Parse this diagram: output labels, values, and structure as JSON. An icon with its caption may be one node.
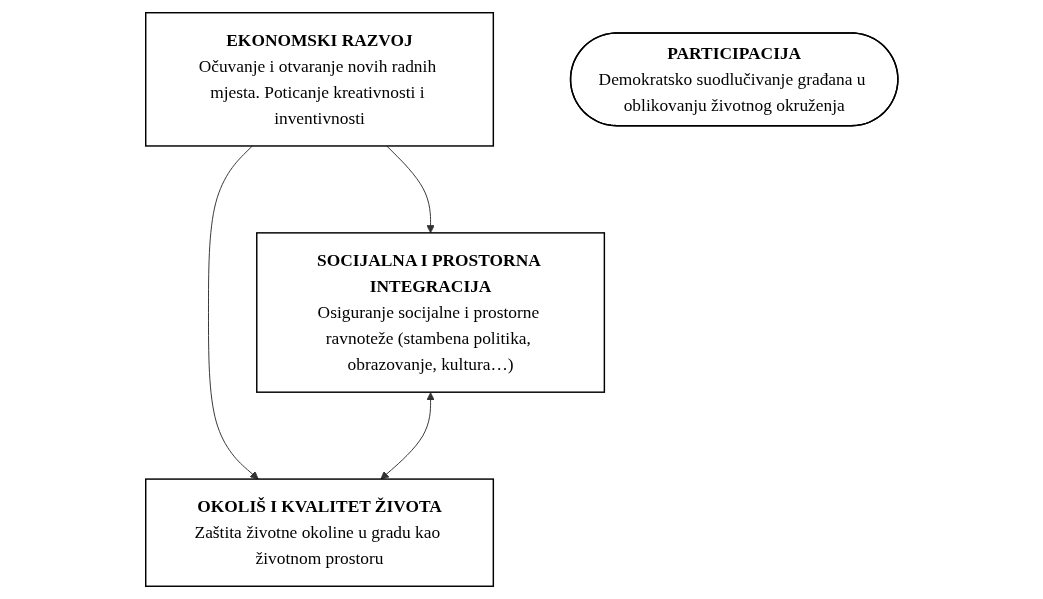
{
  "diagram": {
    "nodes": [
      {
        "text": [
          "EKONOMSKI RAZVOJ",
          "Očuvanje i otvaranje novih radnih mjesta. Poticanje kreativnosti i inventivnosti"
        ]
      },
      {
        "text": [
          "PARTICIPACIJA",
          "Demokratsko suodlučivanje građana u oblikovanju životnog okruženja"
        ]
      },
      {
        "text": [
          "SOCIJALNA I PROSTORNA INTEGRACIJA",
          "Osiguranje socijalne i prostorne ravnoteže (stambena politika, obrazovanje, kultura…)"
        ]
      },
      {
        "text": [
          "OKOLIŠ I KVALITET ŽIVOTA",
          "Zaštita životne okoline u gradu kao životnom prostoru"
        ]
      }
    ],
    "edges": [
      {
        "from": 0,
        "to": 2,
        "arrow": "to"
      },
      {
        "from": 0,
        "to": 3,
        "arrow": "to"
      },
      {
        "from": 2,
        "to": 3,
        "arrow": "both"
      }
    ]
  }
}
